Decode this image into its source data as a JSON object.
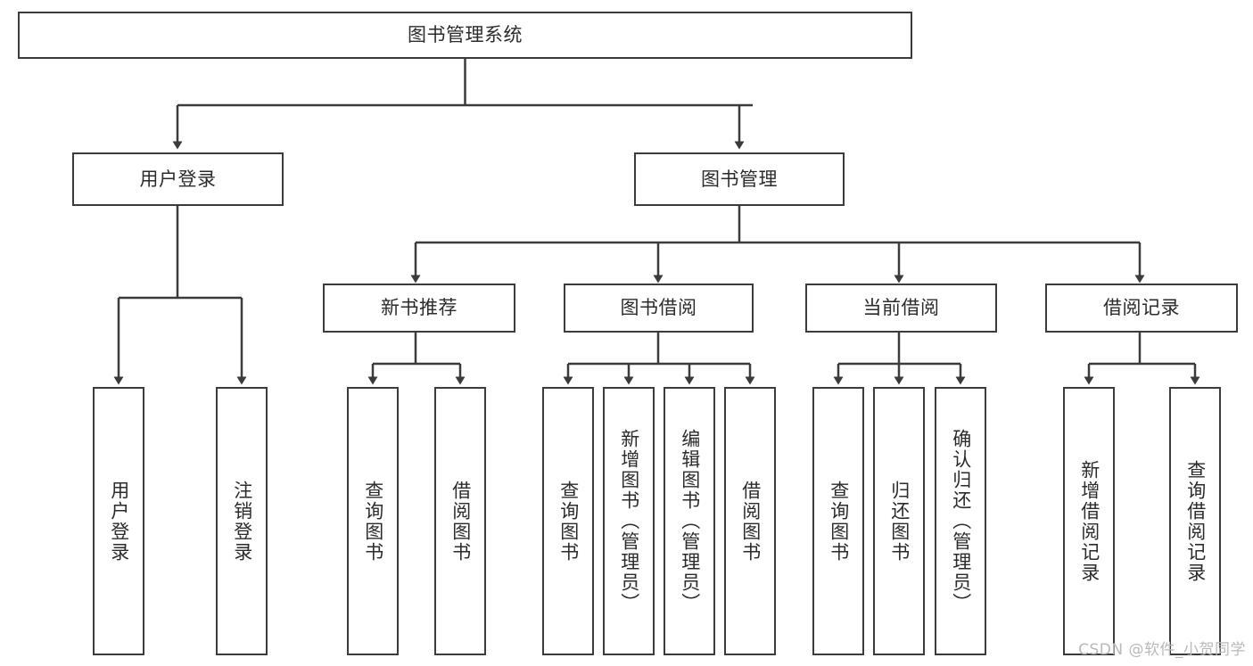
{
  "diagram": {
    "title": "图书管理系统",
    "type": "tree-hierarchy",
    "watermark": "CSDN @软件_小贺同学",
    "colors": {
      "stroke": "#3b3b3b",
      "fill": "#ffffff",
      "text": "#2b2b2b",
      "watermark": "#b9b9b9"
    },
    "nodes": {
      "root": {
        "label": "图书管理系统"
      },
      "level2": [
        {
          "id": "user-login",
          "label": "用户登录"
        },
        {
          "id": "book-management",
          "label": "图书管理"
        }
      ],
      "level3": [
        {
          "id": "new-book-recommend",
          "label": "新书推荐"
        },
        {
          "id": "book-borrow",
          "label": "图书借阅"
        },
        {
          "id": "current-borrow",
          "label": "当前借阅"
        },
        {
          "id": "borrow-record",
          "label": "借阅记录"
        }
      ],
      "leaves": {
        "user_login": [
          {
            "id": "leaf-user-login",
            "label": "用户登录"
          },
          {
            "id": "leaf-logout-login",
            "label": "注销登录"
          }
        ],
        "new_book_recommend": [
          {
            "id": "leaf-query-book-1",
            "label": "查询图书"
          },
          {
            "id": "leaf-borrow-book-1",
            "label": "借阅图书"
          }
        ],
        "book_borrow": [
          {
            "id": "leaf-query-book-2",
            "label": "查询图书"
          },
          {
            "id": "leaf-add-book",
            "label": "新增图书（管理员）"
          },
          {
            "id": "leaf-edit-book",
            "label": "编辑图书（管理员）"
          },
          {
            "id": "leaf-borrow-book-2",
            "label": "借阅图书"
          }
        ],
        "current_borrow": [
          {
            "id": "leaf-query-book-3",
            "label": "查询图书"
          },
          {
            "id": "leaf-return-book",
            "label": "归还图书"
          },
          {
            "id": "leaf-confirm-return",
            "label": "确认归还（管理员）"
          }
        ],
        "borrow_record": [
          {
            "id": "leaf-add-record",
            "label": "新增借阅记录"
          },
          {
            "id": "leaf-query-record",
            "label": "查询借阅记录"
          }
        ]
      }
    }
  }
}
